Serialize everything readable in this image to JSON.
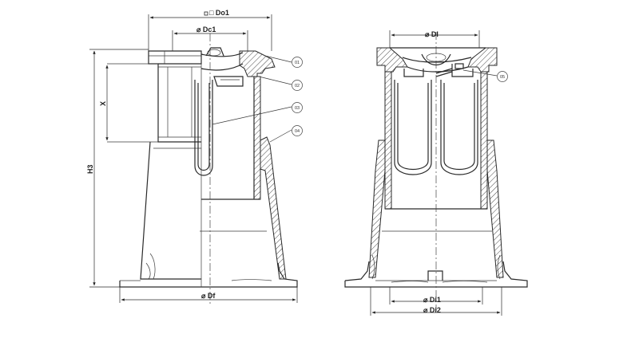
{
  "dimensions": {
    "do1": "□ Do1",
    "dc1": "⌀ Dc1",
    "x": "X",
    "h3": "H3",
    "df": "⌀ Df",
    "dl": "⌀ Dl",
    "di1": "⌀ Di1",
    "di2": "⌀ Di2"
  },
  "callouts": [
    "01",
    "02",
    "03",
    "04",
    "05"
  ]
}
